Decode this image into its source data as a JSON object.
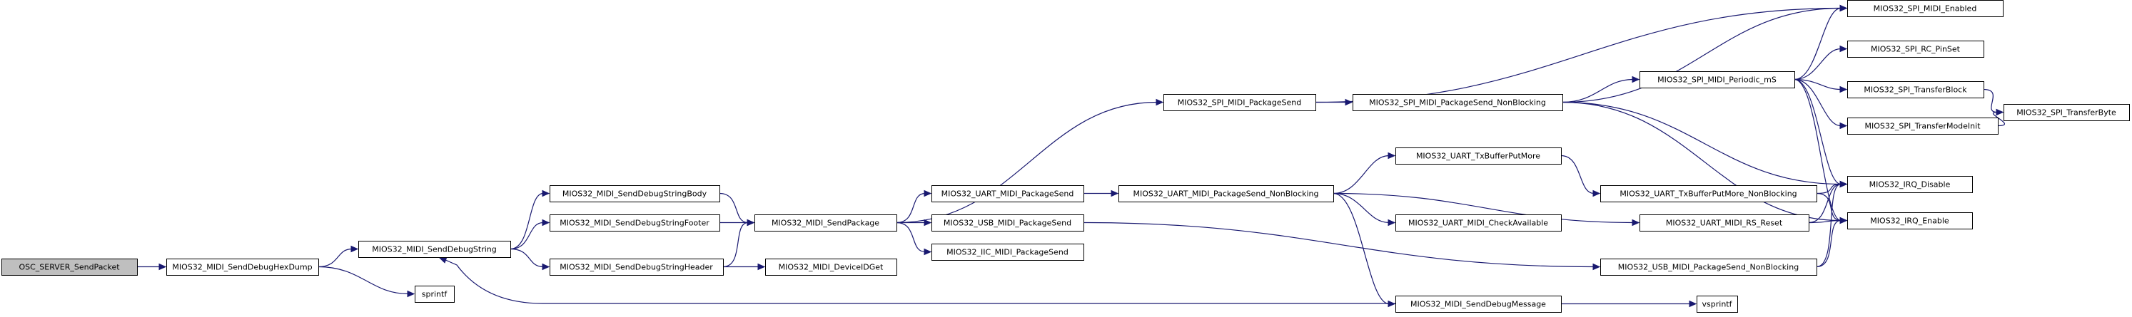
{
  "nodes": [
    {
      "id": "osc_send_packet",
      "label": "OSC_SERVER_SendPacket",
      "root": true
    },
    {
      "id": "send_debug_hex_dump",
      "label": "MIOS32_MIDI_SendDebugHexDump"
    },
    {
      "id": "send_debug_string",
      "label": "MIOS32_MIDI_SendDebugString"
    },
    {
      "id": "sprintf",
      "label": "sprintf"
    },
    {
      "id": "send_debug_string_body",
      "label": "MIOS32_MIDI_SendDebugStringBody"
    },
    {
      "id": "send_debug_string_footer",
      "label": "MIOS32_MIDI_SendDebugStringFooter"
    },
    {
      "id": "send_debug_string_header",
      "label": "MIOS32_MIDI_SendDebugStringHeader"
    },
    {
      "id": "send_package",
      "label": "MIOS32_MIDI_SendPackage"
    },
    {
      "id": "device_id_get",
      "label": "MIOS32_MIDI_DeviceIDGet"
    },
    {
      "id": "spi_midi_package_send",
      "label": "MIOS32_SPI_MIDI_PackageSend"
    },
    {
      "id": "uart_midi_package_send",
      "label": "MIOS32_UART_MIDI_PackageSend"
    },
    {
      "id": "usb_midi_package_send",
      "label": "MIOS32_USB_MIDI_PackageSend"
    },
    {
      "id": "iic_midi_package_send",
      "label": "MIOS32_IIC_MIDI_PackageSend"
    },
    {
      "id": "spi_midi_package_send_nb",
      "label": "MIOS32_SPI_MIDI_PackageSend_NonBlocking"
    },
    {
      "id": "uart_midi_package_send_nb",
      "label": "MIOS32_UART_MIDI_PackageSend_NonBlocking"
    },
    {
      "id": "send_debug_message",
      "label": "MIOS32_MIDI_SendDebugMessage"
    },
    {
      "id": "spi_midi_periodic_ms",
      "label": "MIOS32_SPI_MIDI_Periodic_mS"
    },
    {
      "id": "uart_tx_buffer_put_more",
      "label": "MIOS32_UART_TxBufferPutMore"
    },
    {
      "id": "uart_midi_check_available",
      "label": "MIOS32_UART_MIDI_CheckAvailable"
    },
    {
      "id": "uart_midi_rs_reset",
      "label": "MIOS32_UART_MIDI_RS_Reset"
    },
    {
      "id": "usb_midi_package_send_nb",
      "label": "MIOS32_USB_MIDI_PackageSend_NonBlocking"
    },
    {
      "id": "vsprintf",
      "label": "vsprintf"
    },
    {
      "id": "uart_tx_buffer_put_more_nb",
      "label": "MIOS32_UART_TxBufferPutMore_NonBlocking"
    },
    {
      "id": "spi_midi_enabled",
      "label": "MIOS32_SPI_MIDI_Enabled"
    },
    {
      "id": "spi_rc_pin_set",
      "label": "MIOS32_SPI_RC_PinSet"
    },
    {
      "id": "spi_transfer_block",
      "label": "MIOS32_SPI_TransferBlock"
    },
    {
      "id": "spi_transfer_mode_init",
      "label": "MIOS32_SPI_TransferModeInit"
    },
    {
      "id": "irq_disable",
      "label": "MIOS32_IRQ_Disable"
    },
    {
      "id": "irq_enable",
      "label": "MIOS32_IRQ_Enable"
    },
    {
      "id": "spi_transfer_byte",
      "label": "MIOS32_SPI_TransferByte"
    }
  ],
  "edges": [
    [
      "osc_send_packet",
      "send_debug_hex_dump"
    ],
    [
      "send_debug_hex_dump",
      "send_debug_string"
    ],
    [
      "send_debug_hex_dump",
      "sprintf"
    ],
    [
      "send_debug_string",
      "send_debug_string_body"
    ],
    [
      "send_debug_string",
      "send_debug_string_footer"
    ],
    [
      "send_debug_string",
      "send_debug_string_header"
    ],
    [
      "send_debug_string_body",
      "send_package"
    ],
    [
      "send_debug_string_footer",
      "send_package"
    ],
    [
      "send_debug_string_header",
      "send_package"
    ],
    [
      "send_debug_string_header",
      "device_id_get"
    ],
    [
      "send_package",
      "spi_midi_package_send"
    ],
    [
      "send_package",
      "uart_midi_package_send"
    ],
    [
      "send_package",
      "usb_midi_package_send"
    ],
    [
      "send_package",
      "iic_midi_package_send"
    ],
    [
      "spi_midi_package_send",
      "spi_midi_enabled"
    ],
    [
      "spi_midi_package_send",
      "spi_midi_package_send_nb"
    ],
    [
      "spi_midi_package_send_nb",
      "spi_midi_enabled"
    ],
    [
      "spi_midi_package_send_nb",
      "spi_midi_periodic_ms"
    ],
    [
      "spi_midi_package_send_nb",
      "irq_disable"
    ],
    [
      "spi_midi_package_send_nb",
      "irq_enable"
    ],
    [
      "spi_midi_periodic_ms",
      "spi_midi_enabled"
    ],
    [
      "spi_midi_periodic_ms",
      "spi_rc_pin_set"
    ],
    [
      "spi_midi_periodic_ms",
      "spi_transfer_block"
    ],
    [
      "spi_midi_periodic_ms",
      "spi_transfer_mode_init"
    ],
    [
      "spi_midi_periodic_ms",
      "irq_disable"
    ],
    [
      "spi_midi_periodic_ms",
      "irq_enable"
    ],
    [
      "spi_transfer_block",
      "spi_transfer_byte"
    ],
    [
      "spi_transfer_mode_init",
      "spi_transfer_byte"
    ],
    [
      "uart_midi_package_send",
      "uart_midi_package_send_nb"
    ],
    [
      "uart_midi_package_send_nb",
      "uart_tx_buffer_put_more"
    ],
    [
      "uart_midi_package_send_nb",
      "uart_midi_check_available"
    ],
    [
      "uart_midi_package_send_nb",
      "uart_midi_rs_reset"
    ],
    [
      "uart_midi_package_send_nb",
      "send_debug_message"
    ],
    [
      "uart_tx_buffer_put_more",
      "uart_tx_buffer_put_more_nb"
    ],
    [
      "uart_tx_buffer_put_more_nb",
      "irq_disable"
    ],
    [
      "uart_tx_buffer_put_more_nb",
      "irq_enable"
    ],
    [
      "uart_midi_rs_reset",
      "irq_disable"
    ],
    [
      "uart_midi_rs_reset",
      "irq_enable"
    ],
    [
      "usb_midi_package_send",
      "usb_midi_package_send_nb"
    ],
    [
      "usb_midi_package_send_nb",
      "irq_disable"
    ],
    [
      "usb_midi_package_send_nb",
      "irq_enable"
    ],
    [
      "send_debug_message",
      "send_debug_string"
    ],
    [
      "send_debug_message",
      "vsprintf"
    ]
  ]
}
